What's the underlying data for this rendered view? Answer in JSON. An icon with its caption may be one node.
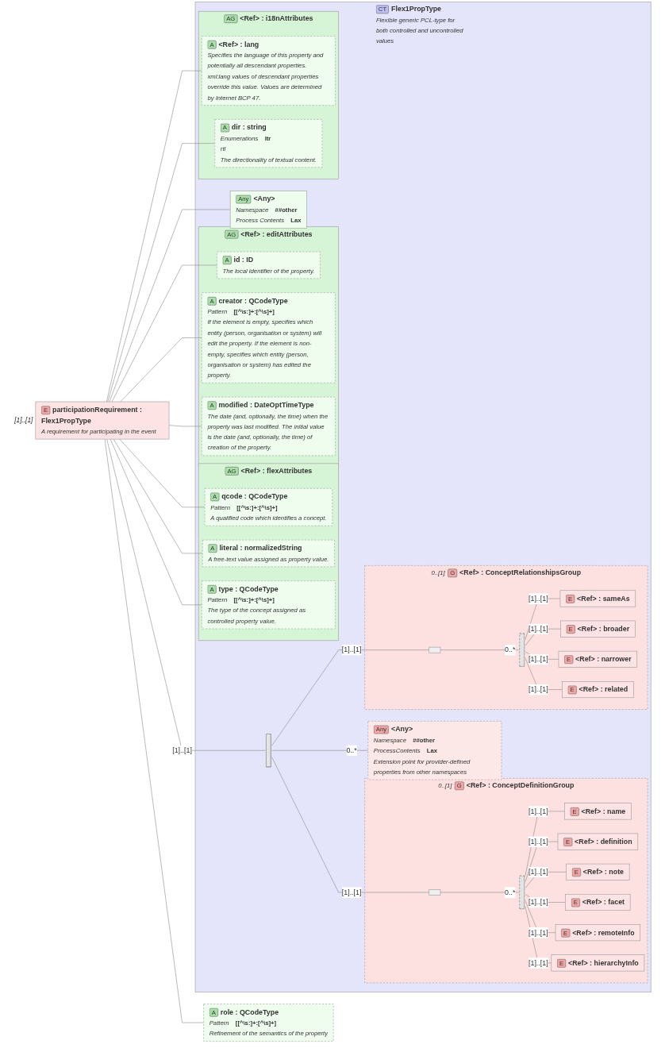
{
  "diagram": {
    "nodes": [
      {
        "text": [
          "E",
          "participationRequirement : Flex1PropType",
          "A requirement for participating in the event"
        ],
        "beside": [
          "[1]..[1]"
        ]
      },
      {
        "text": [
          "A",
          "role : QCodeType",
          "Pattern",
          "[[^\\s:]+:[^\\s]+]",
          "Refinement of the semantics of the property"
        ]
      },
      {
        "text": [
          "CT",
          "Flex1PropType",
          "Flexible generic PCL-type for both controlled and uncontrolled values"
        ]
      },
      {
        "text": [
          "Any",
          "<Any>",
          "Namespace",
          "##other",
          "Process Contents",
          "Lax"
        ],
        "in": 2
      },
      {
        "text": [
          "AG",
          "<Ref> : flexAttributes"
        ],
        "in": 2
      },
      {
        "text": [
          "A",
          "qcode : QCodeType",
          "Pattern",
          "[[^\\s:]+:[^\\s]+]",
          "A qualified code which identifies a concept."
        ],
        "in": 4
      },
      {
        "text": [
          "A",
          "literal : normalizedString",
          "A free-text value assigned as property value."
        ],
        "in": 4
      },
      {
        "text": [
          "A",
          "type : QCodeType",
          "Pattern",
          "[[^\\s:]+:[^\\s]+]",
          "The type of the concept assigned as controlled property value."
        ],
        "in": 4
      },
      {
        "text": [
          "AG",
          "<Ref> : editAttributes"
        ],
        "in": 2
      },
      {
        "text": [
          "A",
          "id : ID",
          "The local identifier of the property."
        ],
        "in": 8
      },
      {
        "text": [
          "A",
          "creator : QCodeType",
          "Pattern",
          "[[^\\s:]+:[^\\s]+]",
          "If the element is empty, specifies which entity (person, organisation or system) will edit the property. If the element is non-empty, specifies which entity (person, organisation or system) has edited the property."
        ],
        "in": 8
      },
      {
        "text": [
          "A",
          "modified : DateOptTimeType",
          "The date (and, optionally, the time) when the property was last modified. The initial value is the date (and, optionally, the time) of creation of the property."
        ],
        "in": 8
      },
      {
        "text": [
          "AG",
          "<Ref> : i18nAttributes"
        ],
        "in": 2
      },
      {
        "text": [
          "A",
          "<Ref> : lang",
          "Specifies the language of this property and potentially all descendant properties. xml:lang values of descendant properties override this value. Values are determined by Internet BCP 47."
        ],
        "in": 12
      },
      {
        "text": [
          "A",
          "dir : string",
          "Enumerations",
          "ltr",
          "rtl",
          "The directionality of textual content."
        ],
        "in": 12
      },
      {
        "text": [],
        "shape": "bar",
        "in": 2
      },
      {
        "text": [
          "G",
          "<Ref> : ConceptDefinitionGroup"
        ],
        "beside": [
          "0..[1]"
        ],
        "in": 2
      },
      {
        "text": [],
        "shape": "box",
        "in": 16
      },
      {
        "text": [],
        "shape": "bar",
        "in": 16
      },
      {
        "text": [
          "E",
          "<Ref> : name"
        ],
        "in": 16
      },
      {
        "text": [
          "E",
          "<Ref> : definition"
        ],
        "in": 16
      },
      {
        "text": [
          "E",
          "<Ref> : note"
        ],
        "in": 16
      },
      {
        "text": [
          "E",
          "<Ref> : facet"
        ],
        "in": 16
      },
      {
        "text": [
          "E",
          "<Ref> : remoteInfo"
        ],
        "in": 16
      },
      {
        "text": [
          "E",
          "<Ref> : hierarchyInfo"
        ],
        "in": 16
      },
      {
        "text": [
          "G",
          "<Ref> : ConceptRelationshipsGroup"
        ],
        "beside": [
          "0..[1]"
        ],
        "in": 2
      },
      {
        "text": [],
        "shape": "box",
        "in": 25
      },
      {
        "text": [],
        "shape": "bar",
        "in": 25
      },
      {
        "text": [
          "E",
          "<Ref> : sameAs"
        ],
        "in": 25
      },
      {
        "text": [
          "E",
          "<Ref> : broader"
        ],
        "in": 25
      },
      {
        "text": [
          "E",
          "<Ref> : narrower"
        ],
        "in": 25
      },
      {
        "text": [
          "E",
          "<Ref> : related"
        ],
        "in": 25
      },
      {
        "text": [
          "Any",
          "<Any>",
          "Namespace",
          "##other",
          "ProcessContents",
          "Lax",
          "Extension point for provider-defined properties from other namespaces"
        ],
        "in": 2
      }
    ],
    "edges": [
      {
        "from": 0,
        "to": 1,
        "arrow": "none"
      },
      {
        "from": 0,
        "to": 3,
        "arrow": "none"
      },
      {
        "from": 0,
        "to": 5,
        "arrow": "none"
      },
      {
        "from": 0,
        "to": 6,
        "arrow": "none"
      },
      {
        "from": 0,
        "to": 7,
        "arrow": "none"
      },
      {
        "from": 0,
        "to": 9,
        "arrow": "none"
      },
      {
        "from": 0,
        "to": 10,
        "arrow": "none"
      },
      {
        "from": 0,
        "to": 11,
        "arrow": "none"
      },
      {
        "from": 0,
        "to": 13,
        "arrow": "none"
      },
      {
        "from": 0,
        "to": 14,
        "arrow": "none"
      },
      {
        "from": 0,
        "to": 15,
        "arrow": "none",
        "label": "[1]..[1]"
      },
      {
        "from": 15,
        "to": 17,
        "arrow": "none",
        "label": "[1]..[1]"
      },
      {
        "from": 17,
        "to": 18,
        "arrow": "none",
        "label": "0..*"
      },
      {
        "from": 18,
        "to": 19,
        "arrow": "none",
        "label": "[1]..[1]"
      },
      {
        "from": 18,
        "to": 20,
        "arrow": "none",
        "label": "[1]..[1]"
      },
      {
        "from": 18,
        "to": 21,
        "arrow": "none",
        "label": "[1]..[1]"
      },
      {
        "from": 18,
        "to": 22,
        "arrow": "none",
        "label": "[1]..[1]"
      },
      {
        "from": 18,
        "to": 23,
        "arrow": "none",
        "label": "[1]..[1]"
      },
      {
        "from": 18,
        "to": 24,
        "arrow": "none",
        "label": "[1]..[1]"
      },
      {
        "from": 15,
        "to": 26,
        "arrow": "none",
        "label": "[1]..[1]"
      },
      {
        "from": 26,
        "to": 27,
        "arrow": "none",
        "label": "0..*"
      },
      {
        "from": 27,
        "to": 28,
        "arrow": "none",
        "label": "[1]..[1]"
      },
      {
        "from": 27,
        "to": 29,
        "arrow": "none",
        "label": "[1]..[1]"
      },
      {
        "from": 27,
        "to": 30,
        "arrow": "none",
        "label": "[1]..[1]"
      },
      {
        "from": 27,
        "to": 31,
        "arrow": "none",
        "label": "[1]..[1]"
      },
      {
        "from": 15,
        "to": 32,
        "arrow": "none",
        "label": "0..*"
      }
    ]
  }
}
